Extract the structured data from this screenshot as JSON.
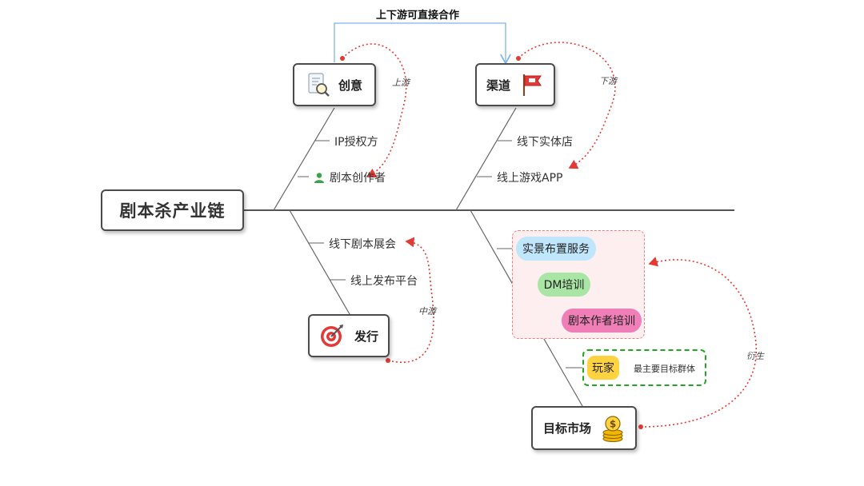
{
  "top_link_label": "上下游可直接合作",
  "main_node": "剧本杀产业链",
  "nodes": {
    "creative": {
      "label": "创意",
      "icon": "document-search-icon"
    },
    "channel": {
      "label": "渠道",
      "icon": "flag-icon"
    },
    "publish": {
      "label": "发行",
      "icon": "target-icon"
    },
    "market": {
      "label": "目标市场",
      "icon": "coins-icon"
    }
  },
  "creative_items": [
    "IP授权方",
    "剧本创作者"
  ],
  "channel_items": [
    "线下实体店",
    "线上游戏APP"
  ],
  "publish_items": [
    "线下剧本展会",
    "线上发布平台"
  ],
  "market_services": [
    "实景布置服务",
    "DM培训",
    "剧本作者培训"
  ],
  "player": {
    "label": "玩家",
    "note": "最主要目标群体"
  },
  "relation_labels": {
    "upstream": "上游",
    "downstream": "下游",
    "midstream": "中游",
    "derivative": "衍生"
  },
  "colors": {
    "spine": "#555555",
    "dotted_arrow": "#e53935",
    "services_border": "#f08080",
    "services_fill": "#fdeef0",
    "player_border": "#22a722",
    "pill_blue": "#bfe6fb",
    "pill_green": "#a9e6a5",
    "pill_pink": "#f07fb8",
    "pill_yellow": "#ffd23f",
    "link_blue": "#7fb4e6"
  }
}
